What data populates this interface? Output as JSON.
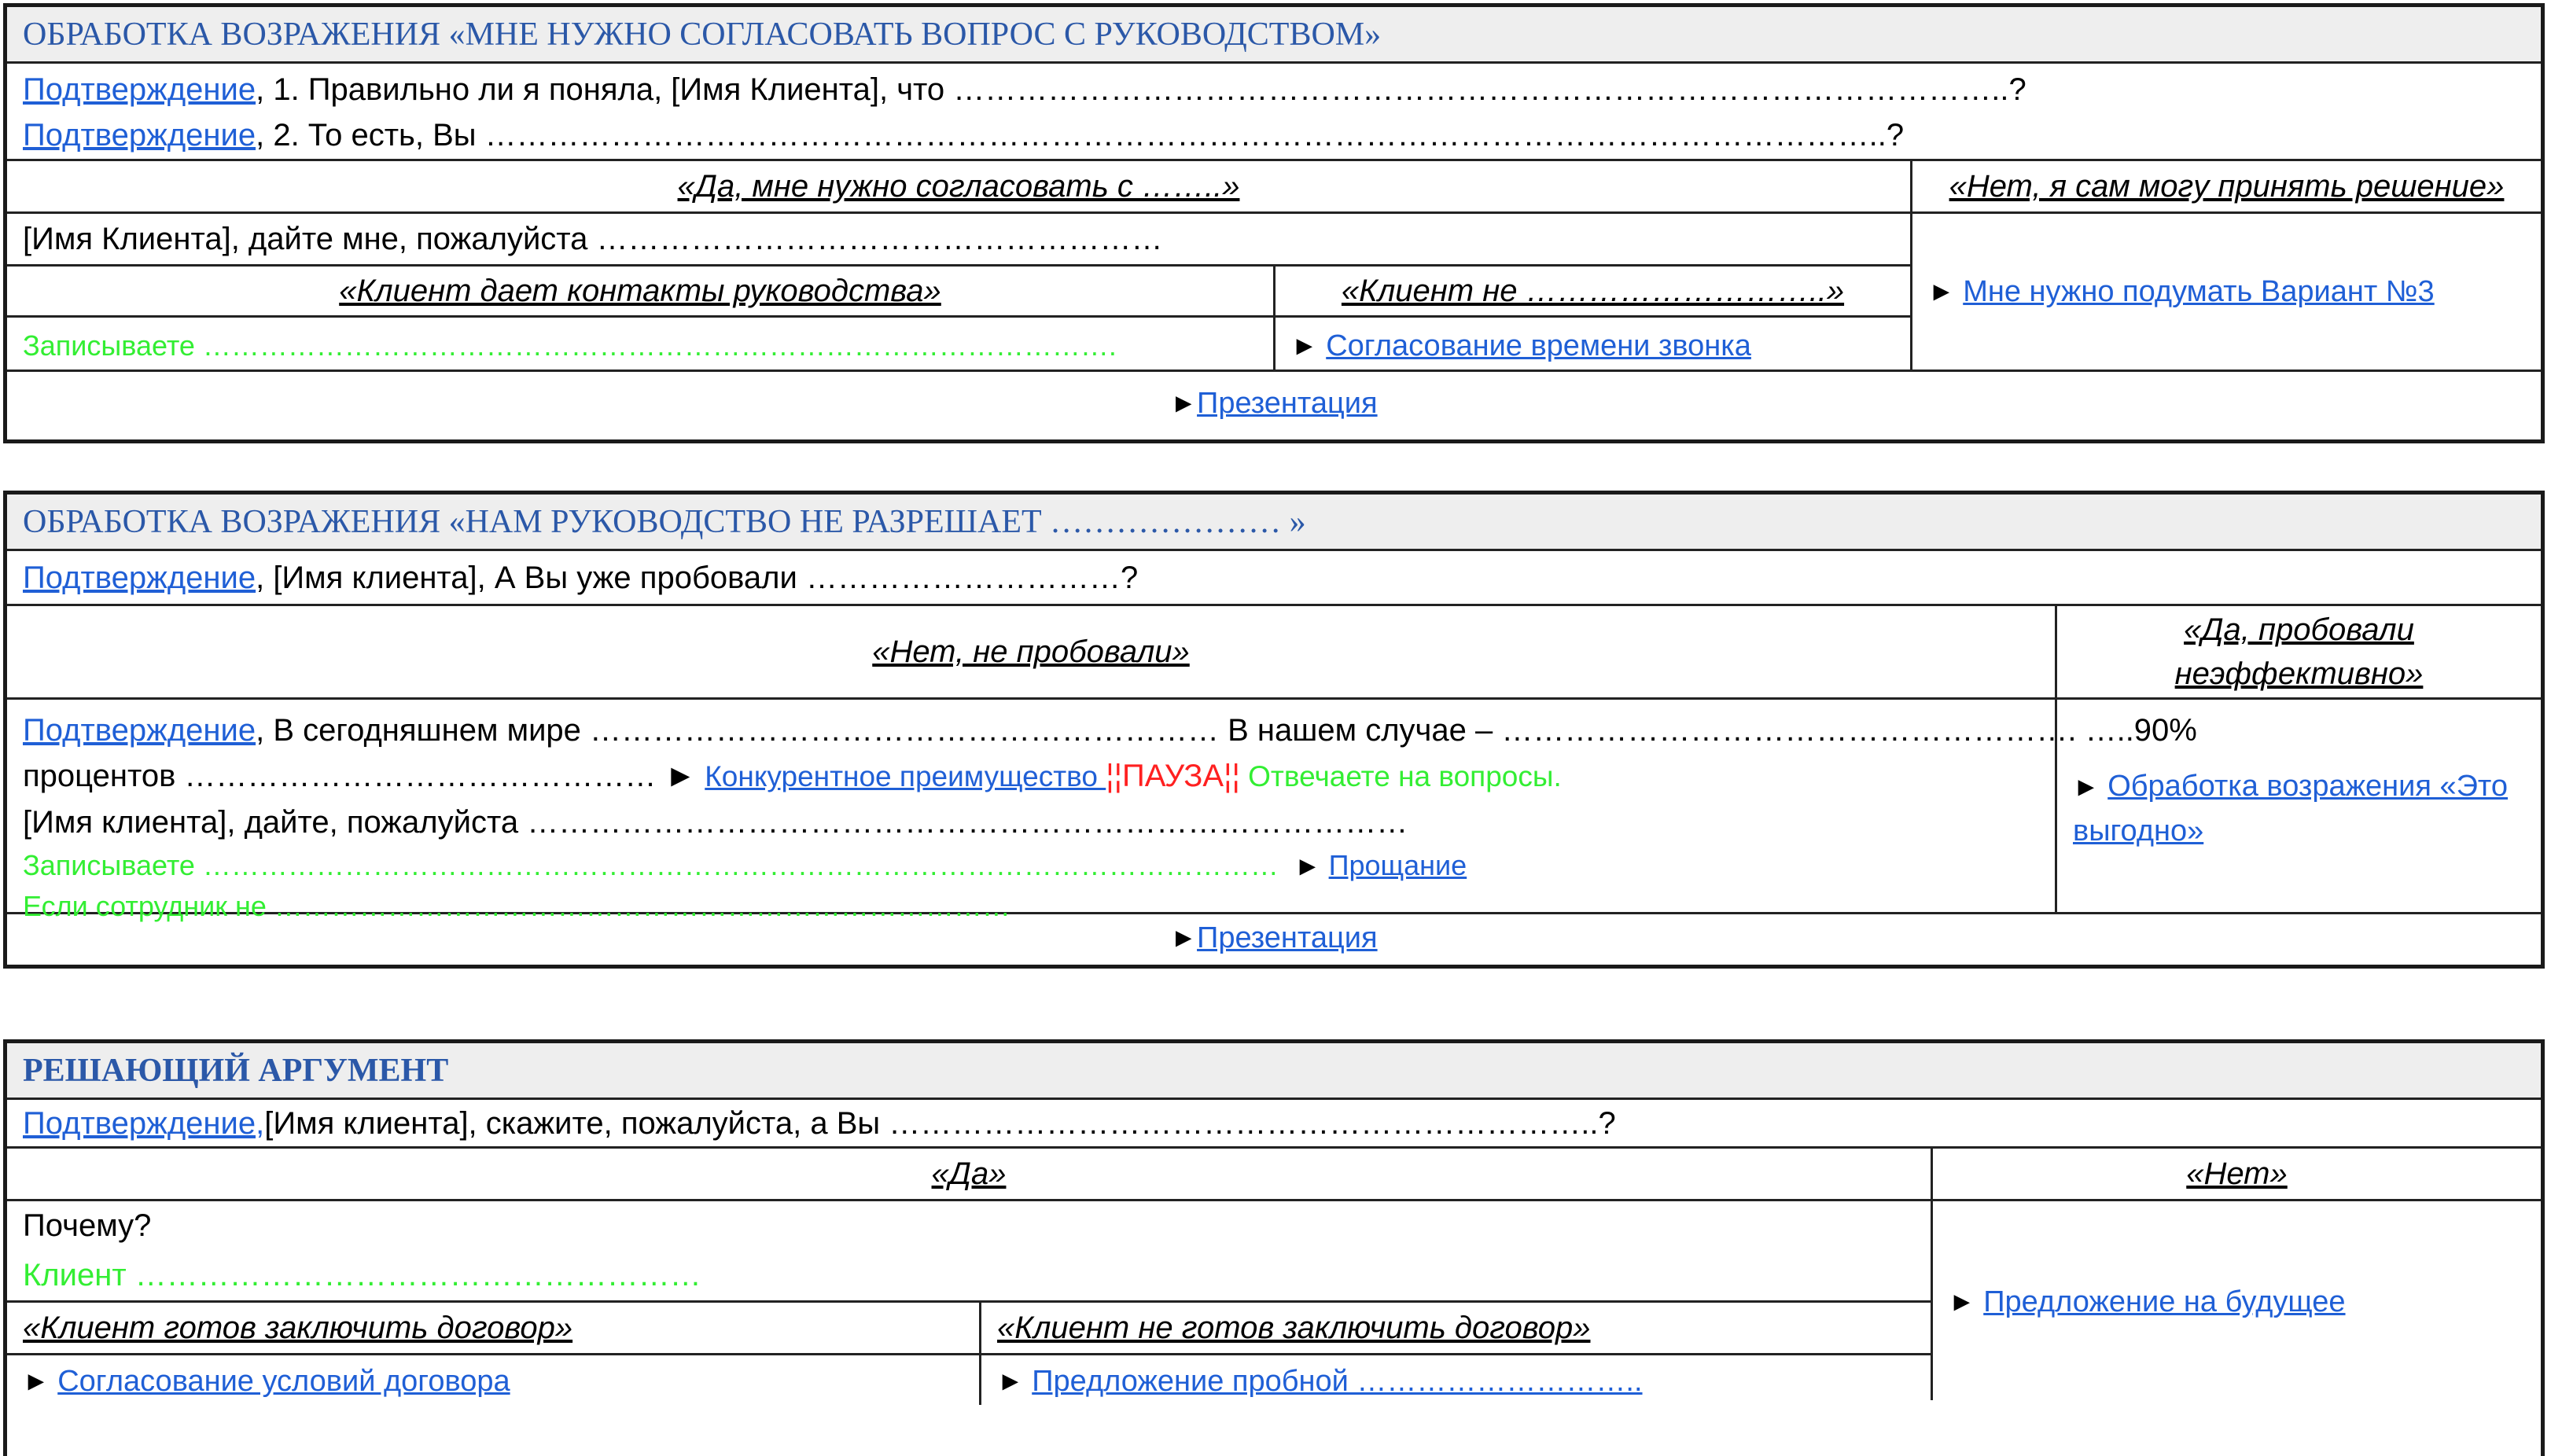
{
  "b1": {
    "title": "ОБРАБОТКА ВОЗРАЖЕНИЯ «МНЕ НУЖНО СОГЛАСОВАТЬ ВОПРОС С РУКОВОДСТВОМ»",
    "confirm_link": "Подтверждение",
    "line1": ", 1. Правильно ли я поняла, [Имя Клиента], что ………………………………………………………………………………………..?",
    "line2": ", 2. То есть, Вы ……………………………………………………………………………………………………………………..?",
    "yes_head": "«Да, мне нужно согласовать с ……..»",
    "no_head": "«Нет, я сам могу принять решение»",
    "ask_text": "[Имя Клиента], дайте мне, пожалуйста ………………………………………………",
    "sub_yes": "«Клиент дает контакты руководства»",
    "sub_no": "«Клиент не ………………………..»",
    "record_text": "Записываете …………………………………………………………………………………….",
    "link_call": "Согласование времени звонка",
    "link_think": "Мне нужно подумать Вариант №3",
    "link_presentation": "Презентация",
    "arrow": "►"
  },
  "b2": {
    "title": "ОБРАБОТКА ВОЗРАЖЕНИЯ «НАМ РУКОВОДСТВО НЕ РАЗРЕШАЕТ  ………………… »",
    "confirm_link": "Подтверждение",
    "line1": ", [Имя клиента], А Вы уже пробовали …………………………?",
    "no_head": "«Нет, не пробовали»",
    "yes_head_1": "«Да, пробовали",
    "yes_head_2": "неэффективно»",
    "p1_a": ", В сегодняшнем мире …………………………………………………… В нашем случае – ………………………………………………. …..90%",
    "p2_a": "процентов ……………………………………… ► ",
    "link_advantage": "Конкурентное преимущество ",
    "pause": "¦¦ПАУЗА¦¦",
    "answer": " Отвечаете на вопросы.",
    "p3": "[Имя клиента], дайте, пожалуйста …………………………………………………………………………",
    "record": "Записываете ……………………………………………………………………………………………………",
    "link_farewell": "Прощание",
    "employee": "Если сотрудник не ……………………………………………………………………",
    "link_objection_1": "Обработка возражения «Это",
    "link_objection_2": "выгодно»",
    "link_presentation": "Презентация",
    "arrow": "►"
  },
  "b3": {
    "title": "РЕШАЮЩИЙ АРГУМЕНТ",
    "confirm_link": "Подтверждение, ",
    "line1": "[Имя клиента], скажите, пожалуйста, а Вы …………………………………………………………..?",
    "yes_head": "«Да»",
    "no_head": "«Нет»",
    "why": "Почему?",
    "client": "Клиент ………………………………………………",
    "ready": "«Клиент готов заключить договор»",
    "not_ready": "«Клиент не готов заключить договор»",
    "link_terms": "Согласование условий договора",
    "link_trial": "Предложение пробной ………………………..",
    "link_future": "Предложение на будущее",
    "arrow": "►"
  }
}
